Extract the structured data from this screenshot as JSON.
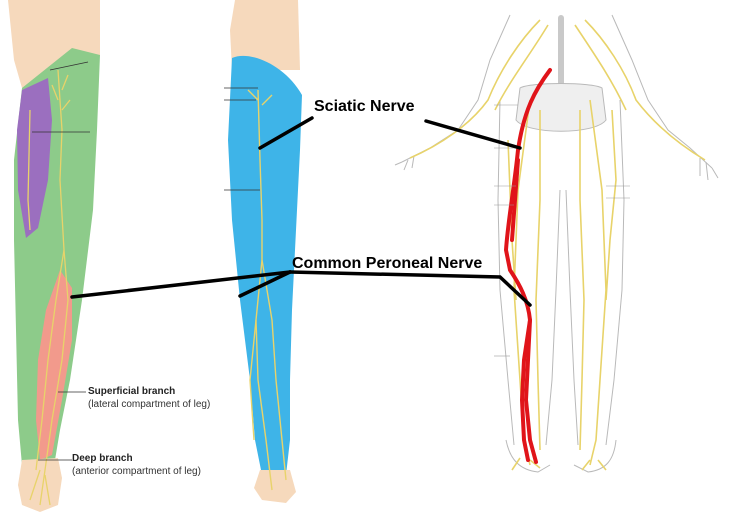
{
  "labels": {
    "sciatic": "Sciatic Nerve",
    "common_peroneal": "Common Peroneal Nerve"
  },
  "branches": [
    {
      "title": "Superficial branch",
      "desc": "(lateral compartment of leg)"
    },
    {
      "title": "Deep branch",
      "desc": "(anterior compartment of leg)"
    }
  ],
  "colors": {
    "skin": "#F6D9BC",
    "green_region": "#8DCB8A",
    "purple_region": "#9B6FBF",
    "pink_region": "#F29A8C",
    "blue_region": "#3EB4E8",
    "nerve_yellow": "#E8D36A",
    "nerve_highlight": "#E0141A",
    "leader_line": "#000000"
  }
}
